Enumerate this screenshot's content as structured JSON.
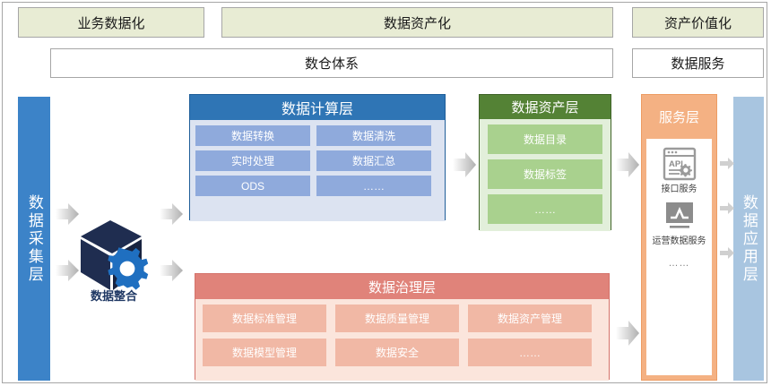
{
  "header": {
    "stages": [
      {
        "label": "业务数据化"
      },
      {
        "label": "数据资产化"
      },
      {
        "label": "资产价值化"
      }
    ],
    "subheaders": [
      {
        "label": "数仓体系"
      },
      {
        "label": "数据服务"
      }
    ]
  },
  "collect_layer": {
    "label": "数据采集层",
    "color": "#3c83c8"
  },
  "integration": {
    "label": "数据整合",
    "icon": "cube-gear-icon",
    "color": "#1f3864"
  },
  "compute_layer": {
    "title": "数据计算层",
    "color": "#2f75b5",
    "body_color": "#dce3f1",
    "item_color": "#8faadc",
    "items": [
      "数据转换",
      "数据清洗",
      "实时处理",
      "数据汇总",
      "ODS",
      "……"
    ]
  },
  "asset_layer": {
    "title": "数据资产层",
    "color": "#548235",
    "body_color": "#e2efda",
    "item_color": "#a9d18e",
    "items": [
      "数据目录",
      "数据标签",
      "……"
    ]
  },
  "governance_layer": {
    "title": "数据治理层",
    "color": "#e0837a",
    "body_color": "#fbe5dc",
    "item_color": "#f1b8a5",
    "items": [
      "数据标准管理",
      "数据质量管理",
      "数据资产管理",
      "数据模型管理",
      "数据安全",
      "……"
    ]
  },
  "service_layer": {
    "title": "服务层",
    "color": "#f4b183",
    "items": [
      {
        "label": "接口服务",
        "icon": "api-window-gear-icon"
      },
      {
        "label": "运营数据服务",
        "icon": "monitor-chart-icon"
      }
    ],
    "more": "……"
  },
  "app_layer": {
    "label": "数据应用层",
    "color": "#a8c5e0"
  }
}
